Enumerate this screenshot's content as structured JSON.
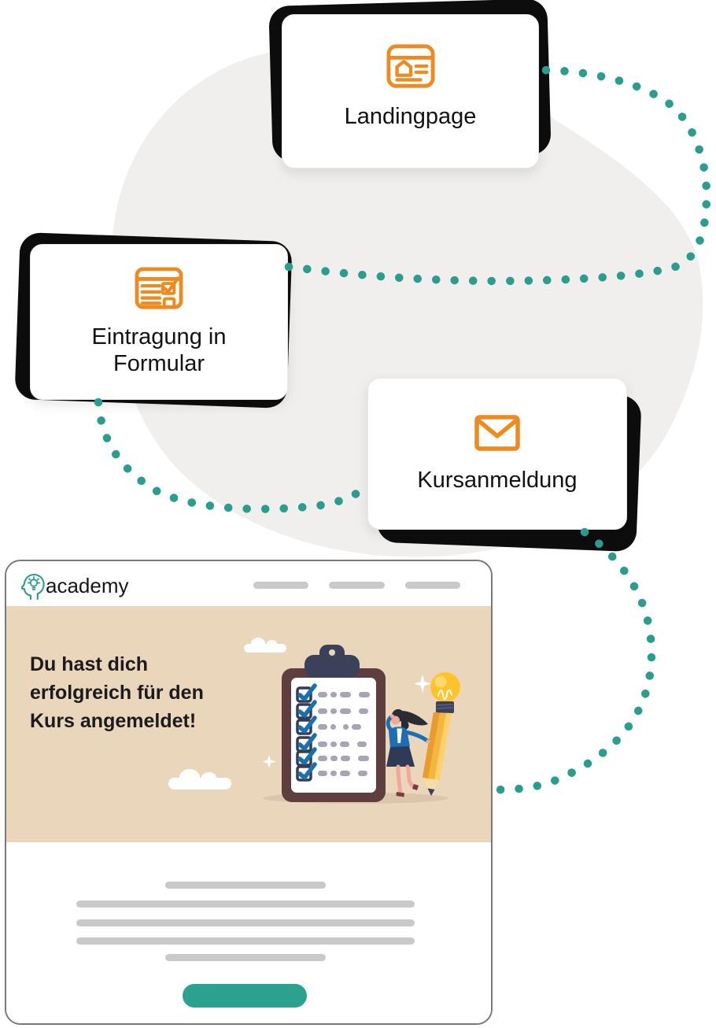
{
  "flow_cards": [
    {
      "label": "Landingpage",
      "icon": "browser-window-icon"
    },
    {
      "label": "Eintragung in Formular",
      "icon": "form-checkbox-icon"
    },
    {
      "label": "Kursanmeldung",
      "icon": "envelope-icon"
    }
  ],
  "connector": {
    "style": "dotted",
    "color": "#2A9D8F"
  },
  "browser_mockup": {
    "logo": {
      "icon": "head-lightbulb-icon",
      "text": "academy"
    },
    "nav_placeholder_pills": 3,
    "hero": {
      "headline_lines": [
        "Du hast dich",
        "erfolgreich für den",
        "Kurs angemeldet!"
      ],
      "background": "#EAD6BA",
      "illustration": "checklist-woman-pencil-lightbulb"
    },
    "content_placeholder_lines": 5,
    "cta_button": {
      "label": "",
      "color": "#2BA18F"
    }
  },
  "colors": {
    "accent_orange": "#ED8B20",
    "accent_teal": "#2A9D8F",
    "card_shadow_black": "#0D0D0D",
    "background_blob_gray": "#F0EFED",
    "hero_beige": "#EAD6BA",
    "placeholder_gray": "#C9C9C9",
    "headline_text": "#1B1B1E"
  }
}
